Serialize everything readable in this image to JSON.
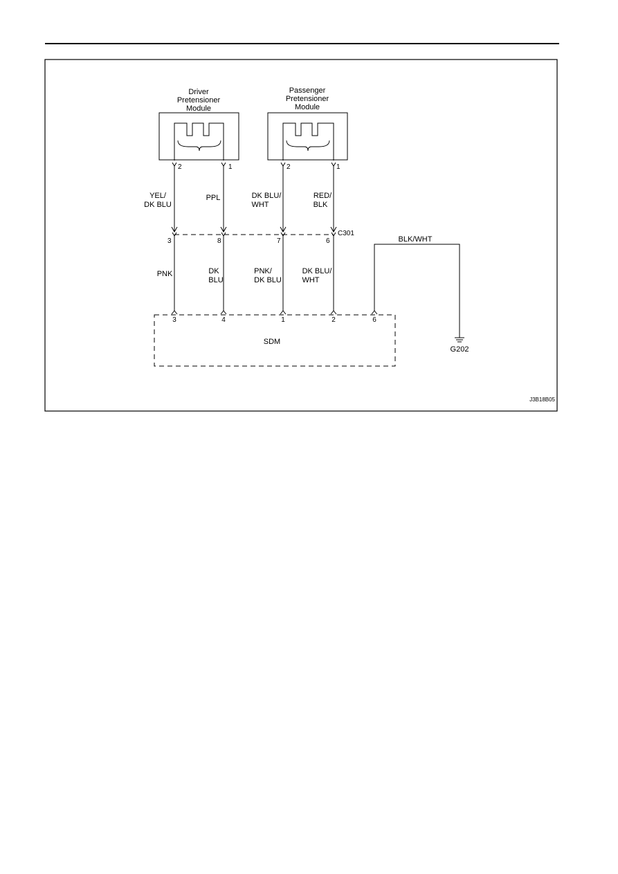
{
  "modules": {
    "driver": {
      "name_lines": [
        "Driver",
        "Pretensioner",
        "Module"
      ],
      "pins": [
        "2",
        "1"
      ]
    },
    "passenger": {
      "name_lines": [
        "Passenger",
        "Pretensioner",
        "Module"
      ],
      "pins": [
        "2",
        "1"
      ]
    }
  },
  "upper_wires": [
    {
      "lines": [
        "YEL/",
        "DK BLU"
      ]
    },
    {
      "lines": [
        "PPL"
      ]
    },
    {
      "lines": [
        "DK BLU/",
        "WHT"
      ]
    },
    {
      "lines": [
        "RED/",
        "BLK"
      ]
    }
  ],
  "connector_c301": {
    "name": "C301",
    "pins": [
      "3",
      "8",
      "7",
      "6"
    ]
  },
  "lower_wires": [
    {
      "lines": [
        "PNK"
      ]
    },
    {
      "lines": [
        "DK",
        "BLU"
      ]
    },
    {
      "lines": [
        "PNK/",
        "DK BLU"
      ]
    },
    {
      "lines": [
        "DK BLU/",
        "WHT"
      ]
    }
  ],
  "sdm": {
    "name": "SDM",
    "pins": [
      "3",
      "4",
      "1",
      "2",
      "6"
    ]
  },
  "ground_wire": {
    "label": "BLK/WHT"
  },
  "ground": {
    "name": "G202"
  },
  "figure_id": "J3B18B05"
}
